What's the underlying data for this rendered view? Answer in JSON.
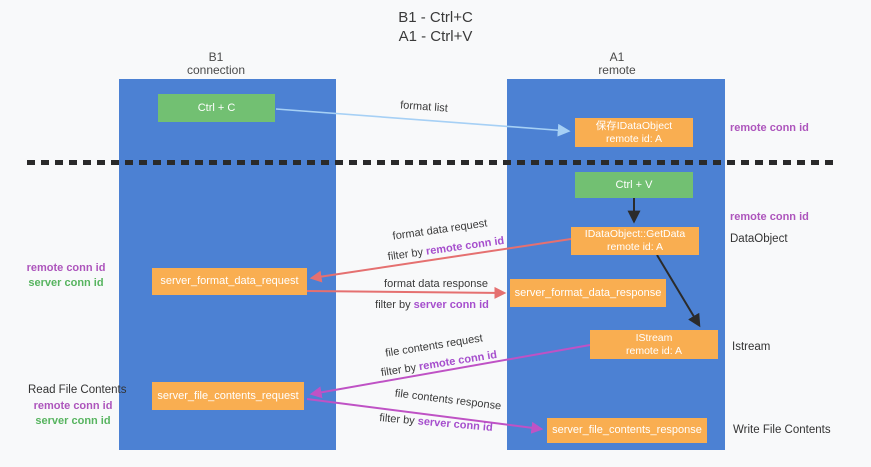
{
  "title": {
    "line1": "B1 - Ctrl+C",
    "line2": "A1 - Ctrl+V"
  },
  "columns": {
    "left": {
      "name": "B1",
      "role": "connection"
    },
    "right": {
      "name": "A1",
      "role": "remote"
    }
  },
  "nodes": {
    "ctrl_c": "Ctrl + C",
    "ctrl_v": "Ctrl + V",
    "save_idataobject": {
      "line1": "保存IDataObject",
      "line2": "remote id: A"
    },
    "getdata": {
      "line1": "IDataObject::GetData",
      "line2": "remote id: A"
    },
    "istream": {
      "line1": "IStream",
      "line2": "remote id: A"
    },
    "server_format_data_request": "server_format_data_request",
    "server_format_data_response": "server_format_data_response",
    "server_file_contents_request": "server_file_contents_request",
    "server_file_contents_response": "server_file_contents_response"
  },
  "side_labels": {
    "right": {
      "remote_conn_id_top": "remote conn id",
      "remote_conn_id_mid": "remote conn id",
      "dataobject": "DataObject",
      "istream": "Istream",
      "write_file_contents": "Write File Contents"
    },
    "left": {
      "remote_conn_id_top": "remote conn id",
      "server_conn_id_top": "server conn id",
      "read_file_contents": "Read File Contents",
      "remote_conn_id_bottom": "remote conn id",
      "server_conn_id_bottom": "server conn id"
    }
  },
  "arrow_labels": {
    "format_list": "format list",
    "format_data_request": "format data request",
    "format_data_response": "format data response",
    "file_contents_request": "file contents request",
    "file_contents_response": "file contents response",
    "filter_by": "filter by",
    "remote_conn_id": "remote conn id",
    "server_conn_id": "server conn id"
  },
  "colors": {
    "column_blue": "#4c81d3",
    "node_orange": "#f9ae51",
    "node_green": "#72c072",
    "arrow_light_blue": "#a6d0f5",
    "arrow_black": "#2b2b2b",
    "arrow_salmon": "#e57070",
    "arrow_magenta": "#bf52c5",
    "label_purple": "#ad55bc",
    "label_green": "#57b45f",
    "dashed_line": "#2a2a2a",
    "background": "#f8f9fa"
  }
}
